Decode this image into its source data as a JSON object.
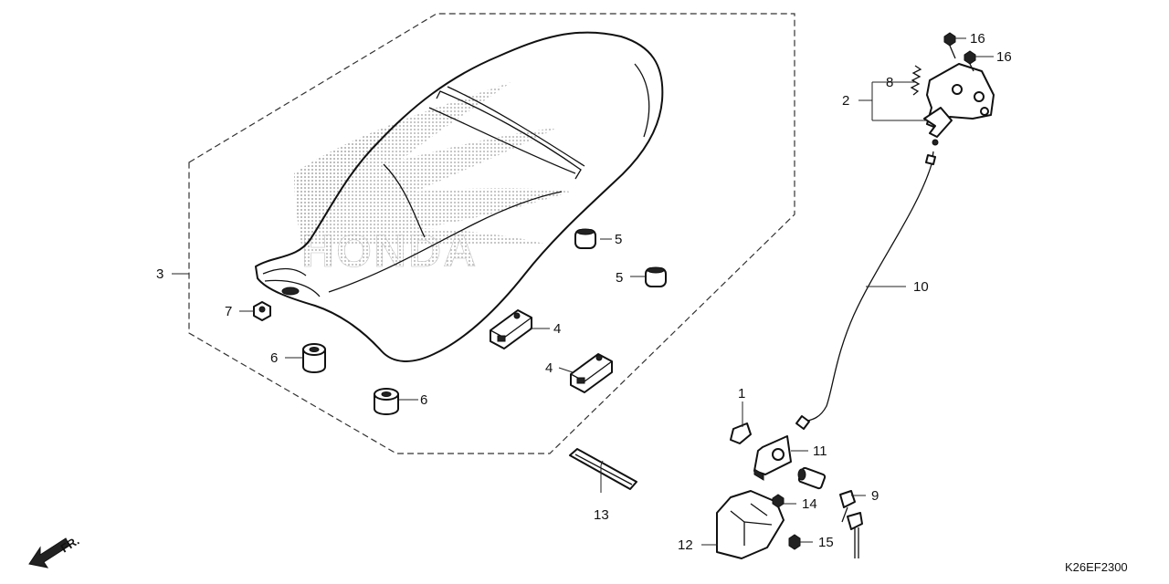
{
  "callouts": {
    "c1": "1",
    "c2": "2",
    "c3": "3",
    "c4a": "4",
    "c4b": "4",
    "c5a": "5",
    "c5b": "5",
    "c6a": "6",
    "c6b": "6",
    "c7": "7",
    "c8": "8",
    "c9": "9",
    "c10": "10",
    "c11": "11",
    "c12": "12",
    "c13": "13",
    "c14": "14",
    "c15": "15",
    "c16a": "16",
    "c16b": "16"
  },
  "diagram_code": "K26EF2300",
  "front_indicator": "FR.",
  "watermark": {
    "text": "HONDA",
    "color": "#b8b8b8"
  }
}
